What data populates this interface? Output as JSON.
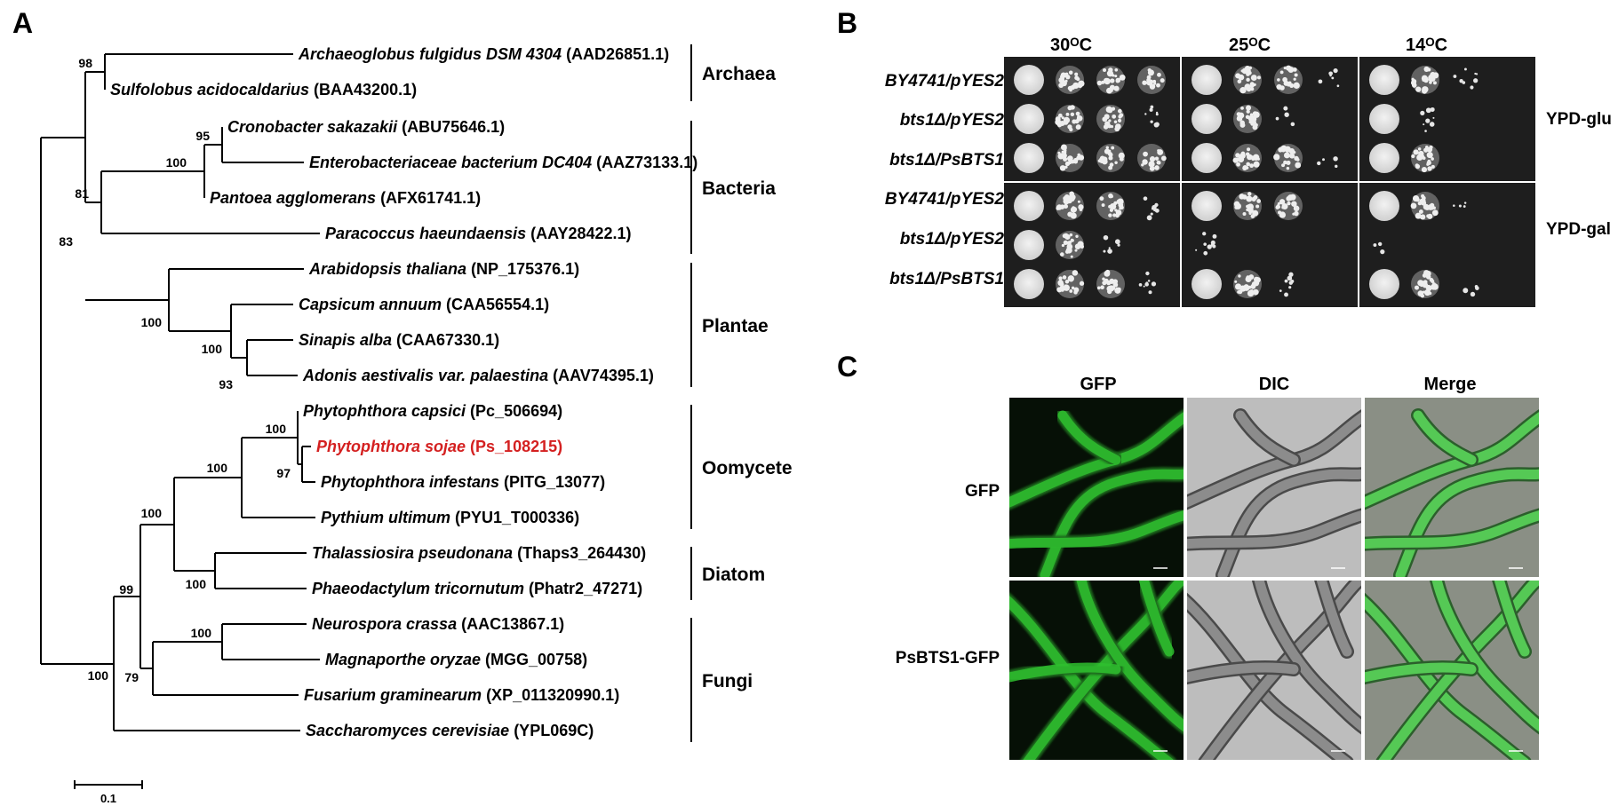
{
  "panels": {
    "a": "A",
    "b": "B",
    "c": "C"
  },
  "tree": {
    "scale_label": "0.1",
    "taxa": [
      {
        "italic": "Archaeoglobus fulgidus DSM 4304",
        "id": "(AAD26851.1)",
        "highlight": false
      },
      {
        "italic": "Sulfolobus acidocaldarius",
        "id": "(BAA43200.1)",
        "highlight": false
      },
      {
        "italic": "Cronobacter sakazakii",
        "id": "(ABU75646.1)",
        "highlight": false
      },
      {
        "italic": "Enterobacteriaceae bacterium DC404",
        "id": "(AAZ73133.1)",
        "highlight": false
      },
      {
        "italic": "Pantoea agglomerans",
        "id": "(AFX61741.1)",
        "highlight": false
      },
      {
        "italic": "Paracoccus haeundaensis",
        "id": "(AAY28422.1)",
        "highlight": false
      },
      {
        "italic": "Arabidopsis thaliana",
        "id": "(NP_175376.1)",
        "highlight": false
      },
      {
        "italic": "Capsicum annuum",
        "id": "(CAA56554.1)",
        "highlight": false
      },
      {
        "italic": "Sinapis alba",
        "id": "(CAA67330.1)",
        "highlight": false
      },
      {
        "italic": "Adonis aestivalis var. palaestina",
        "id": "(AAV74395.1)",
        "highlight": false
      },
      {
        "italic": "Phytophthora capsici",
        "id": "(Pc_506694)",
        "highlight": false
      },
      {
        "italic": "Phytophthora sojae",
        "id": "(Ps_108215)",
        "highlight": true
      },
      {
        "italic": "Phytophthora infestans",
        "id": "(PITG_13077)",
        "highlight": false
      },
      {
        "italic": "Pythium ultimum",
        "id": "(PYU1_T000336)",
        "highlight": false
      },
      {
        "italic": "Thalassiosira pseudonana",
        "id": "(Thaps3_264430)",
        "highlight": false
      },
      {
        "italic": "Phaeodactylum tricornutum",
        "id": "(Phatr2_47271)",
        "highlight": false
      },
      {
        "italic": "Neurospora crassa",
        "id": "(AAC13867.1)",
        "highlight": false
      },
      {
        "italic": "Magnaporthe oryzae",
        "id": "(MGG_00758)",
        "highlight": false
      },
      {
        "italic": "Fusarium graminearum",
        "id": "(XP_011320990.1)",
        "highlight": false
      },
      {
        "italic": "Saccharomyces cerevisiae",
        "id": "(YPL069C)",
        "highlight": false
      }
    ],
    "bootstraps": [
      "98",
      "95",
      "100",
      "81",
      "83",
      "100",
      "100",
      "93",
      "100",
      "97",
      "100",
      "100",
      "100",
      "99",
      "100",
      "79",
      "100"
    ],
    "groups": [
      "Archaea",
      "Bacteria",
      "Plantae",
      "Oomycete",
      "Diatom",
      "Fungi"
    ],
    "highlight_color": "#d42020"
  },
  "yeast": {
    "temperatures": [
      "30ᴼC",
      "25ᴼC",
      "14ᴼC"
    ],
    "strains": [
      "BY4741/pYES2",
      "bts1Δ/pYES2",
      "bts1Δ/PsBTS1",
      "BY4741/pYES2",
      "bts1Δ/pYES2",
      "bts1Δ/PsBTS1"
    ],
    "media": [
      "YPD-glu",
      "YPD-gal"
    ]
  },
  "microscopy": {
    "columns": [
      "GFP",
      "DIC",
      "Merge"
    ],
    "rows": [
      "GFP",
      "PsBTS1-GFP"
    ]
  }
}
